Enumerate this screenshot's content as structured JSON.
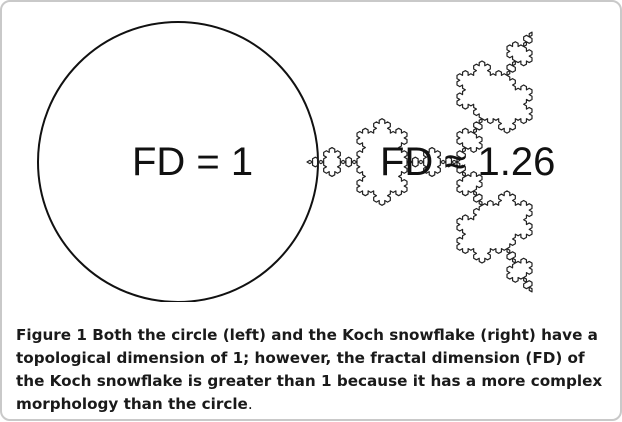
{
  "figure": {
    "left_label": "FD = 1",
    "right_label": "FD ≈ 1.26",
    "caption_title": "Figure 1",
    "caption_body": " Both the circle (left) and the Koch snowflake (right) have a topological dimension of 1; however, the fractal dimension (FD) of the Koch snowflake is greater than 1 because it has a more complex morphology than the circle",
    "caption_end": "."
  }
}
